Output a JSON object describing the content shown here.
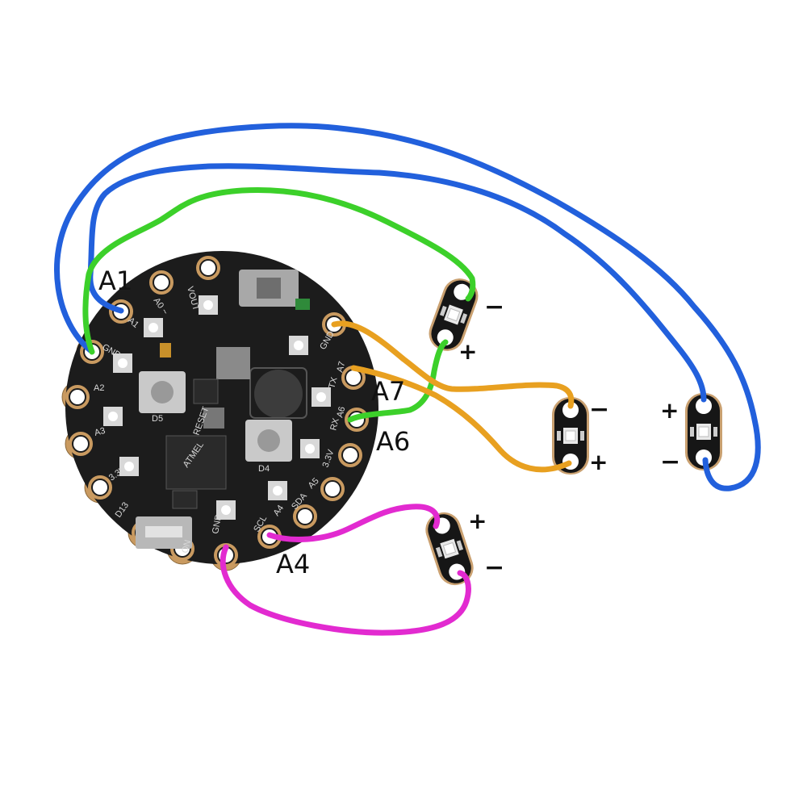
{
  "callouts": {
    "a1": "A1",
    "a7": "A7",
    "a6": "A6",
    "a4": "A4"
  },
  "board": {
    "pad_labels": {
      "vout": "VOUT",
      "a0": "A0 ~",
      "a1": "A1",
      "gnd_left": "GND",
      "a2": "A2",
      "a3": "A3",
      "v33_left": "3.3V",
      "d13": "D13",
      "on": "ON",
      "gnd_bottom": "GND",
      "scl": "SCL",
      "a4": "A4",
      "sda": "SDA",
      "a5": "A5",
      "v33_right": "3.3V",
      "rx": "RX",
      "a6": "A6",
      "tx": "TX",
      "a7": "A7",
      "gnd_right": "GND"
    },
    "chip_labels": {
      "reset": "RESET",
      "d5": "D5",
      "d4": "D4",
      "atmel": "ATMEL"
    }
  },
  "led_signs": {
    "led1_minus": "−",
    "led1_plus": "+",
    "led2_minus": "−",
    "led2_plus": "+",
    "led3_plus": "+",
    "led3_minus": "−",
    "led4_plus": "+",
    "led4_minus": "−"
  },
  "colors": {
    "wire_blue": "#2260dc",
    "wire_green": "#3cd02a",
    "wire_orange": "#e8a020",
    "wire_magenta": "#e22ad0",
    "board": "#1c1c1c",
    "pad_gold": "#c99a60",
    "led_body": "#161616"
  }
}
